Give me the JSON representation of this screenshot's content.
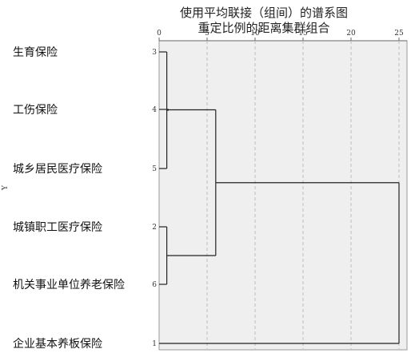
{
  "chart_data": {
    "type": "dendrogram",
    "title": "使用平均联接（组间）的谱系图",
    "subtitle": "重定比例的距离集群组合",
    "ylabel": "Y",
    "x_ticks": [
      0,
      5,
      10,
      15,
      20,
      25
    ],
    "xlim": [
      0,
      25
    ],
    "grid": true,
    "leaves": [
      {
        "label": "生育保险",
        "id": "3"
      },
      {
        "label": "工伤保险",
        "id": "4"
      },
      {
        "label": "城乡居民医疗保险",
        "id": "5"
      },
      {
        "label": "城镇职工医疗保险",
        "id": "2"
      },
      {
        "label": "机关事业单位养老保险",
        "id": "6"
      },
      {
        "label": "企业基本养板保险",
        "id": "1"
      }
    ],
    "merges": [
      {
        "left": 0,
        "right": 2,
        "distance": 0.8
      },
      {
        "left": 3,
        "right": 4,
        "distance": 0.8
      },
      {
        "left": "m0",
        "right": 1,
        "distance": 1.0
      },
      {
        "left": "m2",
        "right": "m1",
        "distance": 5.9
      },
      {
        "left": "m3",
        "right": 5,
        "distance": 25
      }
    ]
  }
}
